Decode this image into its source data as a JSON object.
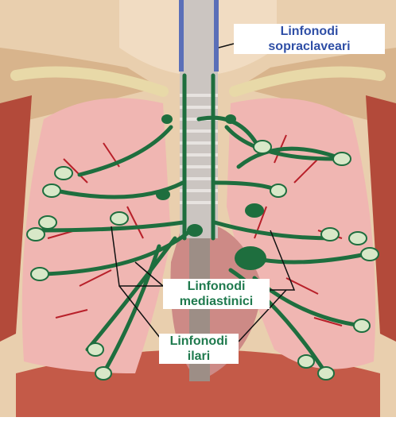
{
  "labels": {
    "supraclavicular": {
      "line1": "Linfonodi",
      "line2": "sopraclaveari"
    },
    "mediastinal": {
      "line1": "Linfonodi",
      "line2": "mediastinici"
    },
    "hilar": {
      "line1": "Linfonodi",
      "line2": "ilari"
    }
  },
  "colors": {
    "skin": "#e7c9a6",
    "lung": "#f0b6b2",
    "lung_vessels": "#b8202a",
    "muscle": "#b34a3a",
    "trachea": "#c9c4c0",
    "lymph_vessel": "#1e6e3e",
    "lymph_node": "#d8e8c8",
    "label_blue": "#2f4fa6",
    "label_green": "#1f7a4e"
  }
}
